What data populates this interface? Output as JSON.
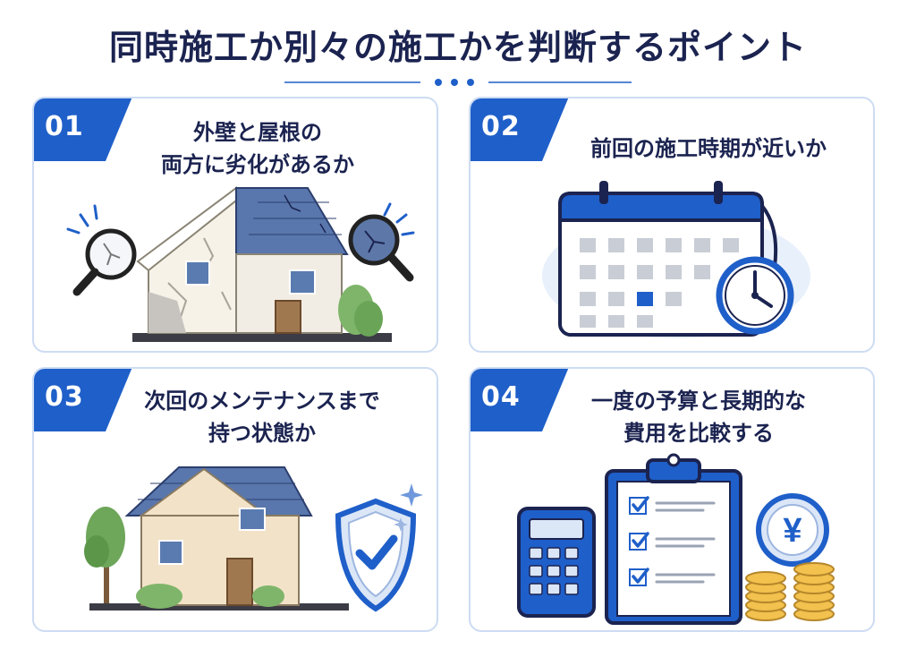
{
  "title": "同時施工か別々の施工かを判断するポイント",
  "colors": {
    "primary": "#1f5fc9",
    "navy": "#1b2350",
    "border": "#cddcf3",
    "light": "#e8f0fb"
  },
  "cards": [
    {
      "number": "01",
      "line1": "外壁と屋根の",
      "line2": "両方に劣化があるか",
      "icon": "cracked-house-magnifier-icon"
    },
    {
      "number": "02",
      "line1": "前回の施工時期が近いか",
      "line2": "",
      "icon": "calendar-clock-icon"
    },
    {
      "number": "03",
      "line1": "次回のメンテナンスまで",
      "line2": "持つ状態か",
      "icon": "house-shield-icon"
    },
    {
      "number": "04",
      "line1": "一度の予算と長期的な",
      "line2": "費用を比較する",
      "icon": "calculator-checklist-yen-icon"
    }
  ],
  "yen_symbol": "¥"
}
